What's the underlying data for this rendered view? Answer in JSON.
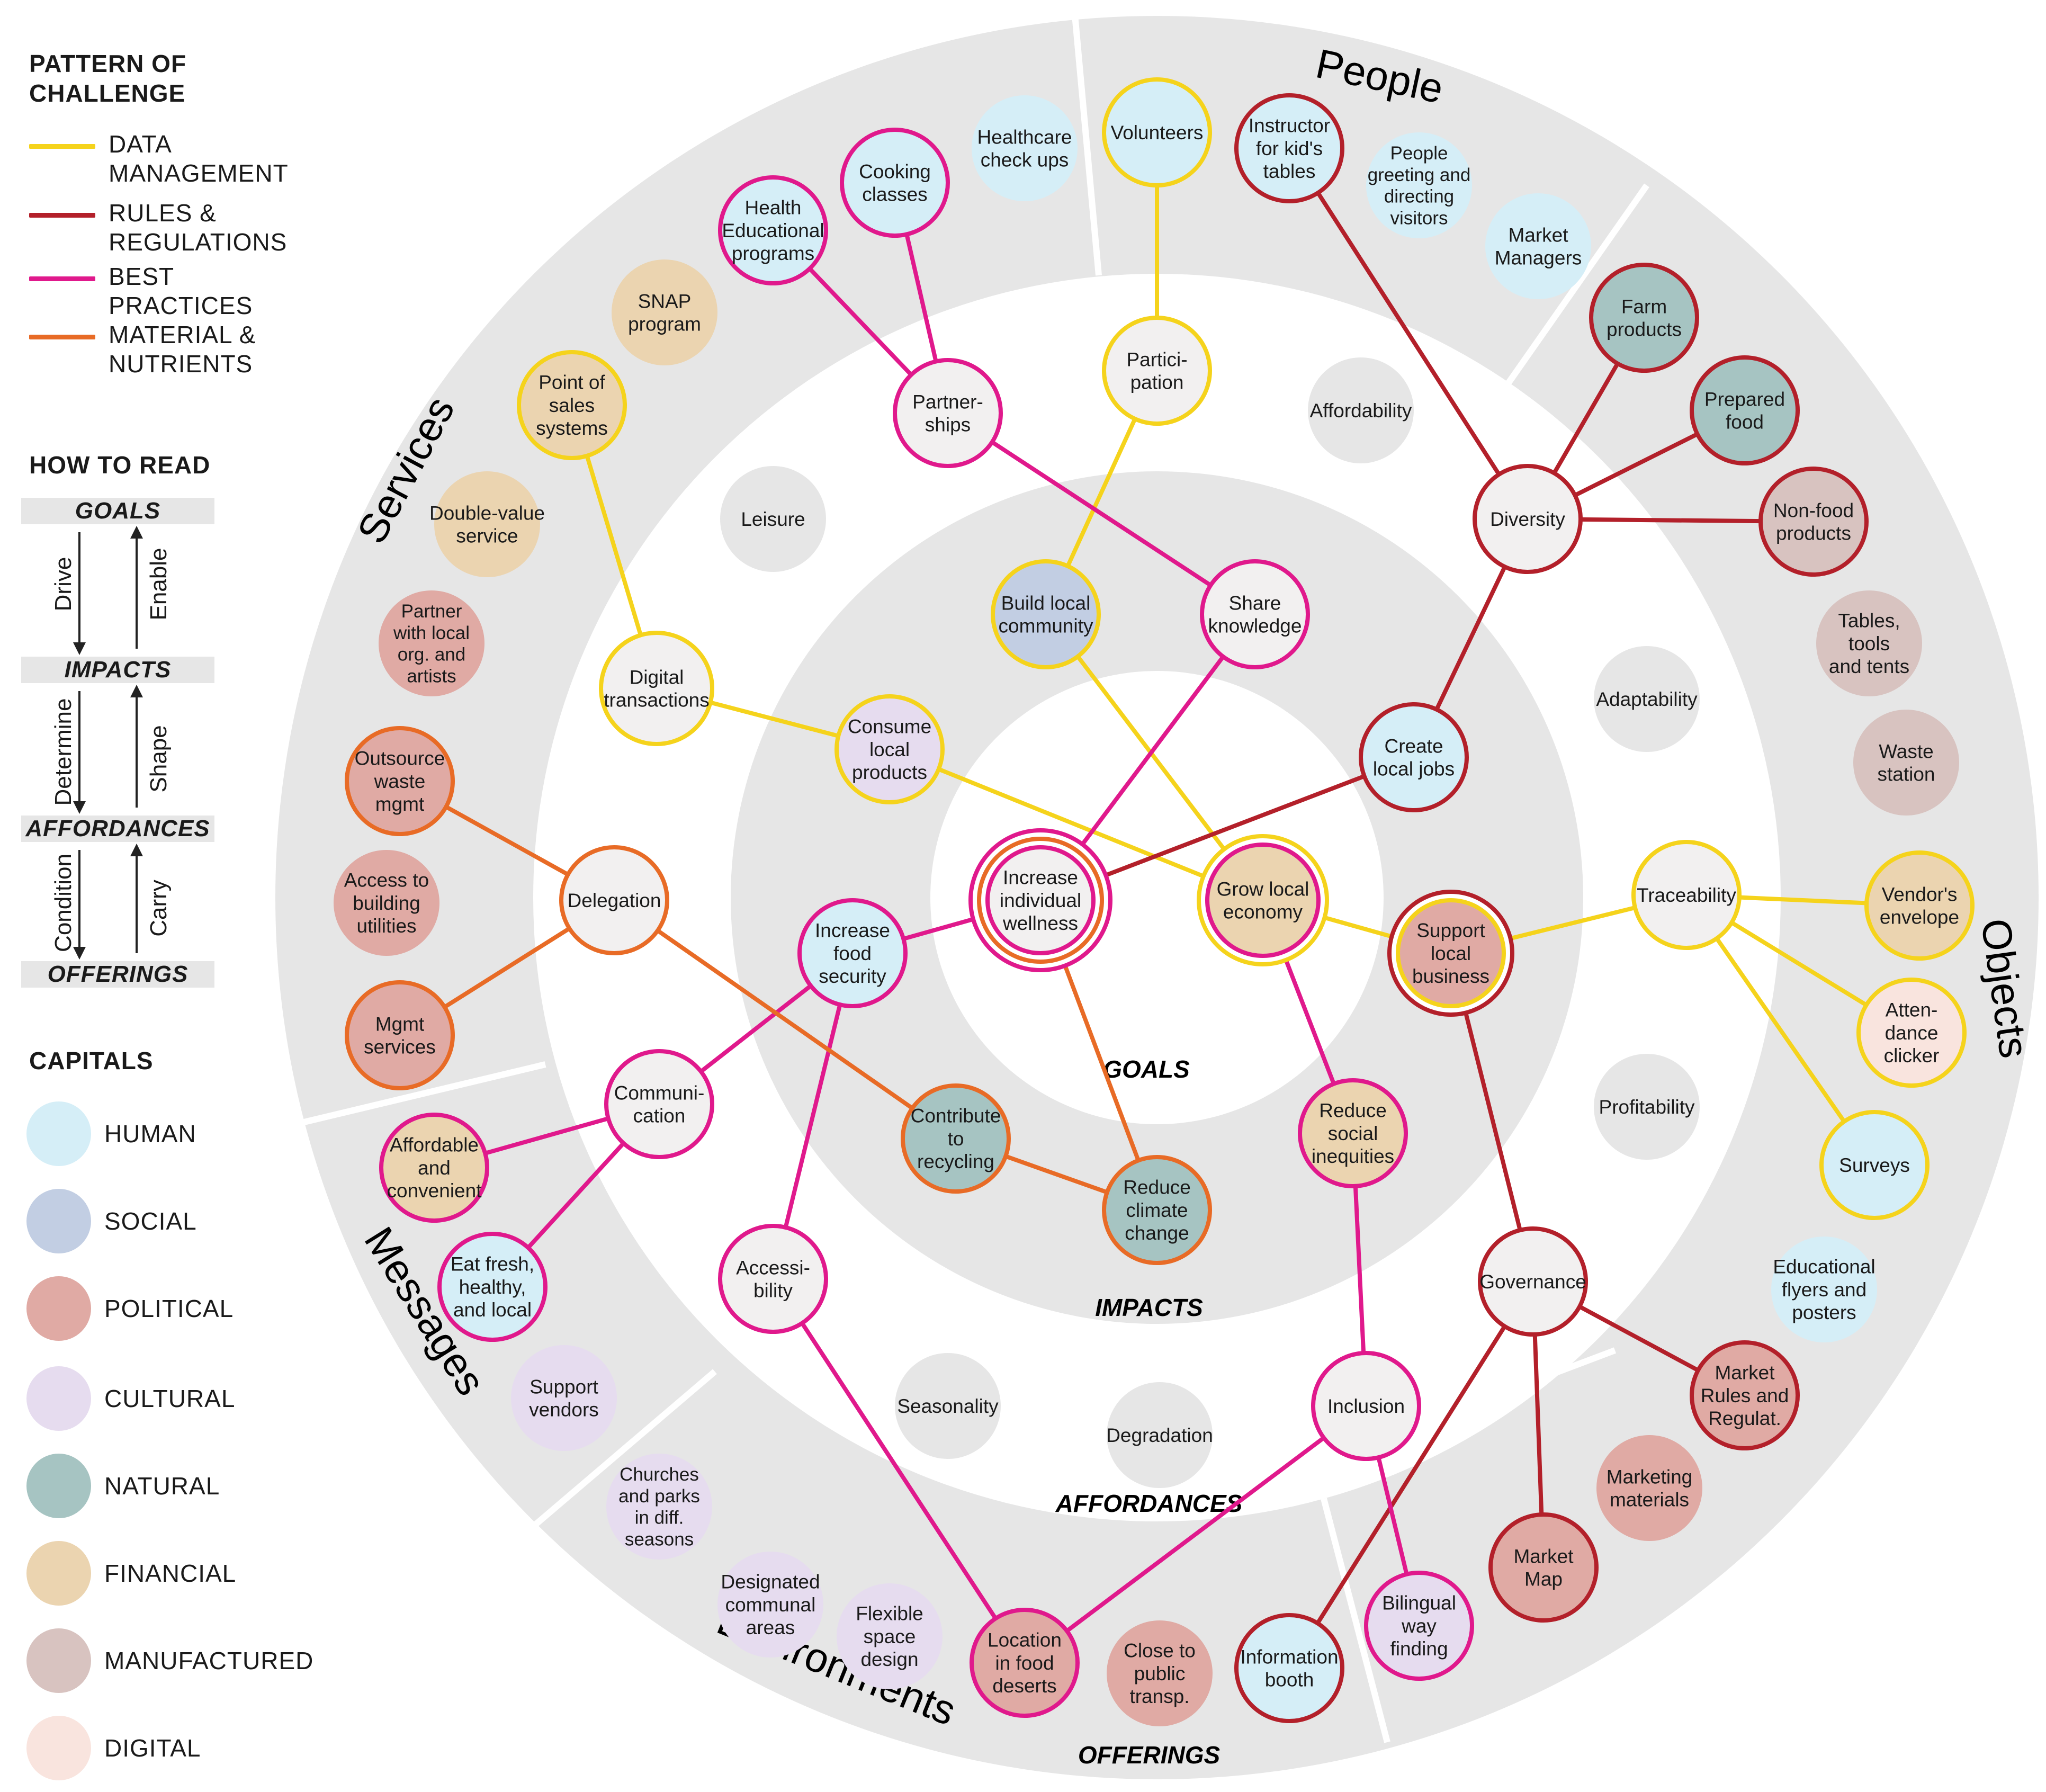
{
  "legend": {
    "challenge_title": "PATTERN OF\nCHALLENGE",
    "challenges": [
      {
        "label": "DATA\nMANAGEMENT",
        "color": "#f5d31c"
      },
      {
        "label": "RULES &\nREGULATIONS",
        "color": "#b3202a"
      },
      {
        "label": "BEST\nPRACTICES",
        "color": "#e0198c"
      },
      {
        "label": "MATERIAL &\nNUTRIENTS",
        "color": "#e86b26"
      }
    ],
    "read_title": "HOW TO READ",
    "read_levels": [
      "GOALS",
      "IMPACTS",
      "AFFORDANCES",
      "OFFERINGS"
    ],
    "read_down": [
      "Drive",
      "Determine",
      "Condition"
    ],
    "read_up": [
      "Enable",
      "Shape",
      "Carry"
    ],
    "capitals_title": "CAPITALS",
    "capitals": [
      {
        "label": "HUMAN",
        "color": "#d5eef7"
      },
      {
        "label": "SOCIAL",
        "color": "#c2cee3"
      },
      {
        "label": "POLITICAL",
        "color": "#e0aaa4"
      },
      {
        "label": "CULTURAL",
        "color": "#e6dcef"
      },
      {
        "label": "NATURAL",
        "color": "#a6c4c2"
      },
      {
        "label": "FINANCIAL",
        "color": "#ebd4b0"
      },
      {
        "label": "MANUFACTURED",
        "color": "#d8c3c0"
      },
      {
        "label": "DIGITAL",
        "color": "#f9e4de"
      }
    ]
  },
  "rings": {
    "goals": "GOALS",
    "impacts": "IMPACTS",
    "affordances": "AFFORDANCES",
    "offerings": "OFFERINGS"
  },
  "sectors": {
    "people": "People",
    "services": "Services",
    "objects": "Objects",
    "messages": "Messages",
    "environments": "Environments"
  },
  "palette": {
    "human": "#d5eef7",
    "social": "#c2cee3",
    "political": "#e0aaa4",
    "cultural": "#e6dcef",
    "natural": "#a6c4c2",
    "financial": "#ebd4b0",
    "manufactured": "#d8c3c0",
    "digital": "#f9e4de",
    "neutral": "#e6e6e6",
    "plain": "#f2f0f0",
    "data": "#f5d31c",
    "rules": "#b3202a",
    "best": "#e0198c",
    "material": "#e86b26"
  },
  "nodes": [
    {
      "id": "n1",
      "label": "Increase\nindividual\nwellness",
      "fill": "plain",
      "stroke": "best",
      "ring2": "material",
      "ring3": "best"
    },
    {
      "id": "n2",
      "label": "Grow local\neconomy",
      "fill": "financial",
      "stroke": "best",
      "ring2": "data"
    },
    {
      "id": "n3",
      "label": "Build local\ncommunity",
      "fill": "social",
      "stroke": "data"
    },
    {
      "id": "n4",
      "label": "Share\nknowledge",
      "fill": "plain",
      "stroke": "best"
    },
    {
      "id": "n5",
      "label": "Consume\nlocal\nproducts",
      "fill": "cultural",
      "stroke": "data"
    },
    {
      "id": "n6",
      "label": "Create\nlocal jobs",
      "fill": "human",
      "stroke": "rules"
    },
    {
      "id": "n7",
      "label": "Support\nlocal\nbusiness",
      "fill": "political",
      "stroke": "data",
      "ring2": "rules"
    },
    {
      "id": "n8",
      "label": "Increase\nfood\nsecurity",
      "fill": "human",
      "stroke": "best"
    },
    {
      "id": "n9",
      "label": "Contribute\nto\nrecycling",
      "fill": "natural",
      "stroke": "material"
    },
    {
      "id": "n10",
      "label": "Reduce\nclimate\nchange",
      "fill": "natural",
      "stroke": "material"
    },
    {
      "id": "n11",
      "label": "Reduce\nsocial\ninequities",
      "fill": "financial",
      "stroke": "best"
    },
    {
      "id": "n12",
      "label": "Digital\ntransactions",
      "fill": "plain",
      "stroke": "data"
    },
    {
      "id": "n13",
      "label": "Partner-\nships",
      "fill": "plain",
      "stroke": "best"
    },
    {
      "id": "n14",
      "label": "Partici-\npation",
      "fill": "plain",
      "stroke": "data"
    },
    {
      "id": "n15",
      "label": "Diversity",
      "fill": "plain",
      "stroke": "rules"
    },
    {
      "id": "n16",
      "label": "Traceability",
      "fill": "plain",
      "stroke": "data"
    },
    {
      "id": "n17",
      "label": "Delegation",
      "fill": "plain",
      "stroke": "material"
    },
    {
      "id": "n18",
      "label": "Communi-\ncation",
      "fill": "plain",
      "stroke": "best"
    },
    {
      "id": "n19",
      "label": "Accessi-\nbility",
      "fill": "plain",
      "stroke": "best"
    },
    {
      "id": "n20",
      "label": "Inclusion",
      "fill": "plain",
      "stroke": "best"
    },
    {
      "id": "n21",
      "label": "Governance",
      "fill": "plain",
      "stroke": "rules"
    },
    {
      "id": "n22",
      "label": "Leisure",
      "fill": "neutral"
    },
    {
      "id": "n23",
      "label": "Affordability",
      "fill": "neutral"
    },
    {
      "id": "n24",
      "label": "Adaptability",
      "fill": "neutral"
    },
    {
      "id": "n25",
      "label": "Profitability",
      "fill": "neutral"
    },
    {
      "id": "n26",
      "label": "Seasonality",
      "fill": "neutral"
    },
    {
      "id": "n27",
      "label": "Degradation",
      "fill": "neutral"
    },
    {
      "id": "n28",
      "label": "Volunteers",
      "fill": "human",
      "stroke": "data"
    },
    {
      "id": "n29",
      "label": "Instructor\nfor kid's\ntables",
      "fill": "human",
      "stroke": "rules"
    },
    {
      "id": "n30",
      "label": "People\ngreeting and\ndirecting\nvisitors",
      "fill": "human"
    },
    {
      "id": "n31",
      "label": "Market\nManagers",
      "fill": "human"
    },
    {
      "id": "n32",
      "label": "Healthcare\ncheck ups",
      "fill": "human"
    },
    {
      "id": "n33",
      "label": "Cooking\nclasses",
      "fill": "human",
      "stroke": "best"
    },
    {
      "id": "n34",
      "label": "Health\nEducational\nprograms",
      "fill": "human",
      "stroke": "best"
    },
    {
      "id": "n35",
      "label": "SNAP\nprogram",
      "fill": "financial"
    },
    {
      "id": "n36",
      "label": "Point of\nsales\nsystems",
      "fill": "financial",
      "stroke": "data"
    },
    {
      "id": "n37",
      "label": "Double-value\nservice",
      "fill": "financial"
    },
    {
      "id": "n38",
      "label": "Partner\nwith local\norg. and\nartists",
      "fill": "political"
    },
    {
      "id": "n39",
      "label": "Outsource\nwaste\nmgmt",
      "fill": "political",
      "stroke": "material"
    },
    {
      "id": "n40",
      "label": "Access to\nbuilding\nutilities",
      "fill": "political"
    },
    {
      "id": "n41",
      "label": "Mgmt\nservices",
      "fill": "political",
      "stroke": "material"
    },
    {
      "id": "n42",
      "label": "Affordable\nand\nconvenient",
      "fill": "financial",
      "stroke": "best"
    },
    {
      "id": "n43",
      "label": "Eat fresh,\nhealthy,\nand local",
      "fill": "human",
      "stroke": "best"
    },
    {
      "id": "n44",
      "label": "Support\nvendors",
      "fill": "cultural"
    },
    {
      "id": "n45",
      "label": "Churches\nand parks\nin diff.\nseasons",
      "fill": "cultural"
    },
    {
      "id": "n46",
      "label": "Designated\ncommunal\nareas",
      "fill": "cultural"
    },
    {
      "id": "n47",
      "label": "Flexible\nspace\ndesign",
      "fill": "cultural"
    },
    {
      "id": "n48",
      "label": "Location\nin food\ndeserts",
      "fill": "political",
      "stroke": "best"
    },
    {
      "id": "n49",
      "label": "Close to\npublic\ntransp.",
      "fill": "political"
    },
    {
      "id": "n50",
      "label": "Information\nbooth",
      "fill": "human",
      "stroke": "rules"
    },
    {
      "id": "n51",
      "label": "Bilingual\nway\nfinding",
      "fill": "cultural",
      "stroke": "best"
    },
    {
      "id": "n52",
      "label": "Market\nMap",
      "fill": "political",
      "stroke": "rules"
    },
    {
      "id": "n53",
      "label": "Marketing\nmaterials",
      "fill": "political"
    },
    {
      "id": "n54",
      "label": "Market\nRules and\nRegulat.",
      "fill": "political",
      "stroke": "rules"
    },
    {
      "id": "n55",
      "label": "Educational\nflyers and\nposters",
      "fill": "human"
    },
    {
      "id": "n56",
      "label": "Surveys",
      "fill": "human",
      "stroke": "data"
    },
    {
      "id": "n57",
      "label": "Atten-\ndance\nclicker",
      "fill": "digital",
      "stroke": "data"
    },
    {
      "id": "n58",
      "label": "Vendor's\nenvelope",
      "fill": "financial",
      "stroke": "data"
    },
    {
      "id": "n59",
      "label": "Waste\nstation",
      "fill": "manufactured"
    },
    {
      "id": "n60",
      "label": "Tables,\ntools\nand tents",
      "fill": "manufactured"
    },
    {
      "id": "n61",
      "label": "Non-food\nproducts",
      "fill": "manufactured",
      "stroke": "rules"
    },
    {
      "id": "n62",
      "label": "Prepared\nfood",
      "fill": "natural",
      "stroke": "rules"
    },
    {
      "id": "n63",
      "label": "Farm\nproducts",
      "fill": "natural",
      "stroke": "rules"
    }
  ],
  "links": [
    {
      "from": "n28",
      "to": "n14",
      "kind": "data"
    },
    {
      "from": "n14",
      "to": "n3",
      "kind": "data"
    },
    {
      "from": "n3",
      "to": "n2",
      "kind": "data"
    },
    {
      "from": "n36",
      "to": "n12",
      "kind": "data"
    },
    {
      "from": "n12",
      "to": "n5",
      "kind": "data"
    },
    {
      "from": "n5",
      "to": "n2",
      "kind": "data"
    },
    {
      "from": "n2",
      "to": "n7",
      "kind": "data"
    },
    {
      "from": "n7",
      "to": "n16",
      "kind": "data"
    },
    {
      "from": "n16",
      "to": "n58",
      "kind": "data"
    },
    {
      "from": "n16",
      "to": "n57",
      "kind": "data"
    },
    {
      "from": "n16",
      "to": "n56",
      "kind": "data"
    },
    {
      "from": "n29",
      "to": "n15",
      "kind": "rules"
    },
    {
      "from": "n63",
      "to": "n15",
      "kind": "rules"
    },
    {
      "from": "n62",
      "to": "n15",
      "kind": "rules"
    },
    {
      "from": "n61",
      "to": "n15",
      "kind": "rules"
    },
    {
      "from": "n15",
      "to": "n6",
      "kind": "rules"
    },
    {
      "from": "n6",
      "to": "n1",
      "kind": "rules"
    },
    {
      "from": "n7",
      "to": "n21",
      "kind": "rules"
    },
    {
      "from": "n21",
      "to": "n54",
      "kind": "rules"
    },
    {
      "from": "n21",
      "to": "n52",
      "kind": "rules"
    },
    {
      "from": "n21",
      "to": "n50",
      "kind": "rules"
    },
    {
      "from": "n34",
      "to": "n13",
      "kind": "best"
    },
    {
      "from": "n33",
      "to": "n13",
      "kind": "best"
    },
    {
      "from": "n13",
      "to": "n4",
      "kind": "best"
    },
    {
      "from": "n4",
      "to": "n1",
      "kind": "best"
    },
    {
      "from": "n1",
      "to": "n8",
      "kind": "best"
    },
    {
      "from": "n8",
      "to": "n18",
      "kind": "best"
    },
    {
      "from": "n18",
      "to": "n42",
      "kind": "best"
    },
    {
      "from": "n18",
      "to": "n43",
      "kind": "best"
    },
    {
      "from": "n8",
      "to": "n19",
      "kind": "best"
    },
    {
      "from": "n19",
      "to": "n48",
      "kind": "best"
    },
    {
      "from": "n48",
      "to": "n20",
      "kind": "best"
    },
    {
      "from": "n20",
      "to": "n11",
      "kind": "best"
    },
    {
      "from": "n11",
      "to": "n2",
      "kind": "best"
    },
    {
      "from": "n20",
      "to": "n51",
      "kind": "best"
    },
    {
      "from": "n39",
      "to": "n17",
      "kind": "material"
    },
    {
      "from": "n41",
      "to": "n17",
      "kind": "material"
    },
    {
      "from": "n17",
      "to": "n9",
      "kind": "material"
    },
    {
      "from": "n9",
      "to": "n10",
      "kind": "material"
    },
    {
      "from": "n10",
      "to": "n1",
      "kind": "material"
    }
  ]
}
